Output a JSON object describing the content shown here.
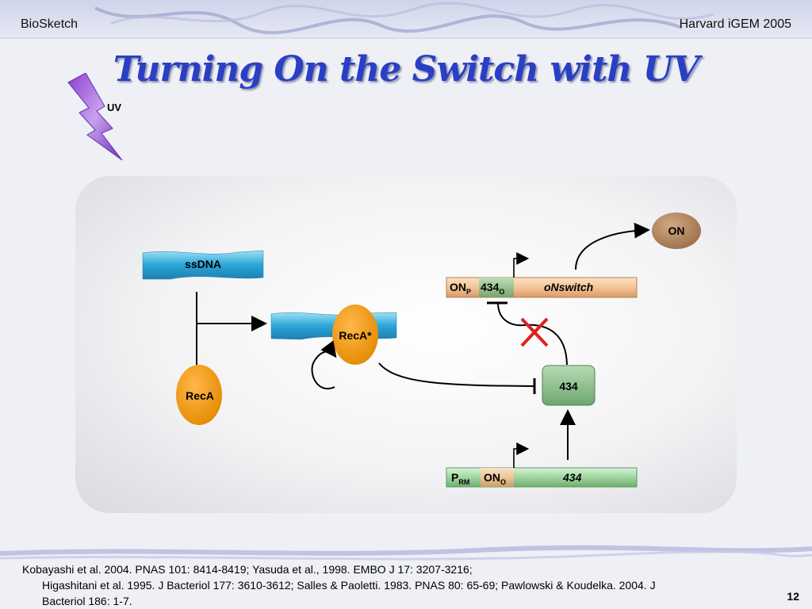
{
  "header": {
    "left": "BioSketch",
    "right": "Harvard iGEM 2005"
  },
  "title": "Turning On the Switch with UV",
  "uv_label": "UV",
  "diagram": {
    "ssdna": "ssDNA",
    "reca_star": "RecA*",
    "reca": "RecA",
    "on_output": "ON",
    "protein_434": "434",
    "top_construct": {
      "promoter": "ON",
      "promoter_sub": "P",
      "operator": "434",
      "operator_sub": "O",
      "gene": "oNswitch"
    },
    "bottom_construct": {
      "promoter": "P",
      "promoter_sub": "RM",
      "operator": "ON",
      "operator_sub": "O",
      "gene": "434"
    }
  },
  "references": [
    "Kobayashi et al. 2004. PNAS 101: 8414-8419; Yasuda et al., 1998. EMBO J 17: 3207-3216;",
    "Higashitani et al. 1995. J Bacteriol 177: 3610-3612; Salles & Paoletti. 1983. PNAS 80: 65-69; Pawlowski & Koudelka. 2004. J",
    "Bacteriol 186: 1-7."
  ],
  "page_number": "12",
  "colors": {
    "title": "#2a3fc4",
    "reca": "#f0960a",
    "dna": "#3aa9d6",
    "protein_434": "#8fbf8f",
    "on_node": "#b48a62",
    "inhibit_x": "#e02020"
  }
}
